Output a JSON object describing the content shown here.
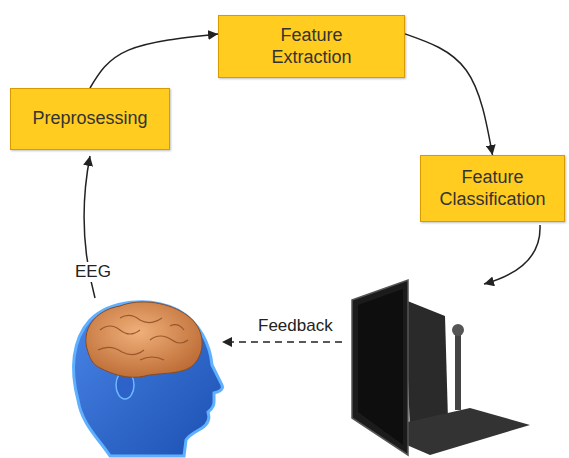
{
  "diagram": {
    "nodes": [
      {
        "text": [
          "Preprosessing"
        ]
      },
      {
        "text": [
          "Feature Extraction"
        ]
      },
      {
        "text": [
          "Feature Classification"
        ]
      }
    ],
    "edges": [
      {
        "from": 0,
        "to": 1,
        "arrow": "to"
      },
      {
        "from": 1,
        "to": 2,
        "arrow": "to"
      }
    ],
    "labels": [
      "EEG",
      "Feedback"
    ]
  }
}
